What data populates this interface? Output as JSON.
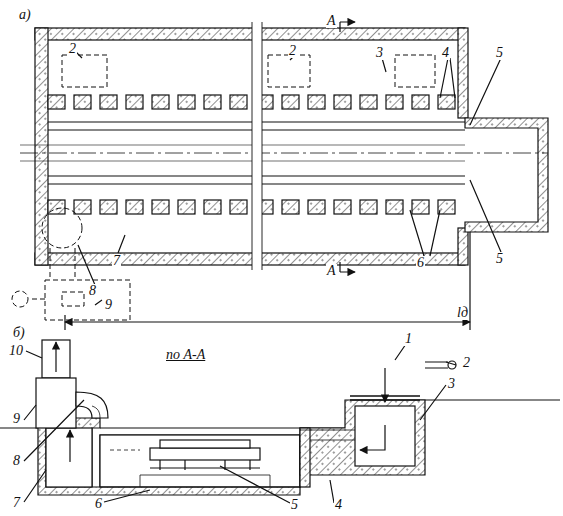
{
  "diagram": {
    "labels": [
      "а)",
      "А",
      "А",
      "2",
      "2",
      "3",
      "4",
      "5",
      "5",
      "6",
      "7",
      "8",
      "9",
      "lд",
      "б)",
      "по А-А",
      "10",
      "9",
      "8",
      "7",
      "6",
      "5",
      "4",
      "3",
      "2",
      "1"
    ]
  }
}
